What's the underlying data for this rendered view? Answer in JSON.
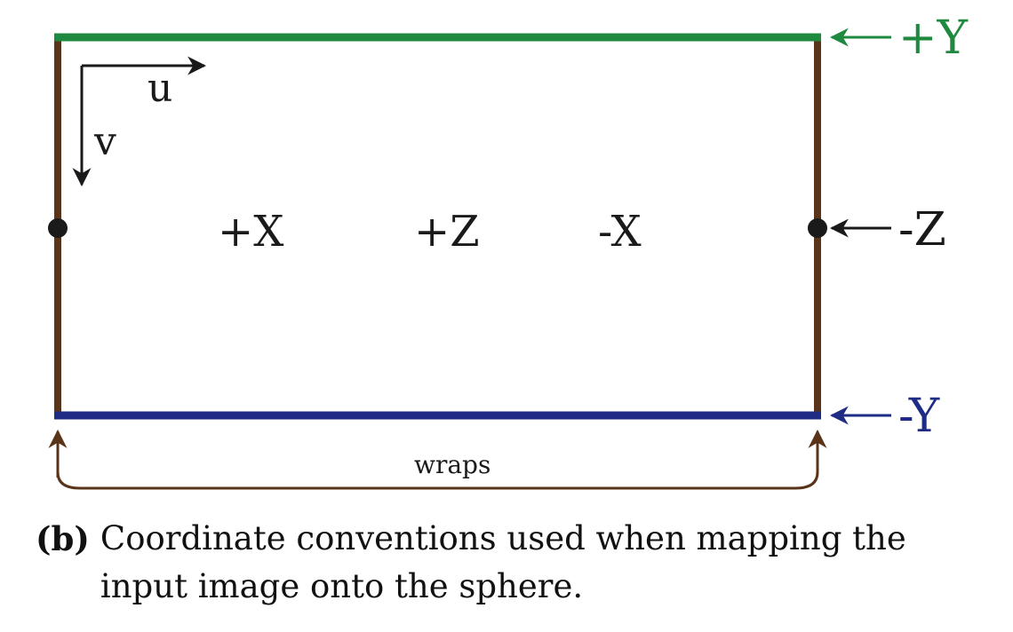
{
  "colors": {
    "top_edge": "#1f8a3f",
    "bottom_edge": "#1e2c85",
    "side_edges": "#5a3418",
    "ink": "#1a1a1a"
  },
  "axes": {
    "u_label": "u",
    "v_label": "v"
  },
  "faces": [
    "+X",
    "+Z",
    "-X"
  ],
  "edge_labels": {
    "top": "+Y",
    "bottom": "-Y",
    "side": "-Z"
  },
  "wraps_label": "wraps",
  "caption": {
    "tag": "(b)",
    "text": "Coordinate conventions used when mapping the input image onto the sphere."
  }
}
